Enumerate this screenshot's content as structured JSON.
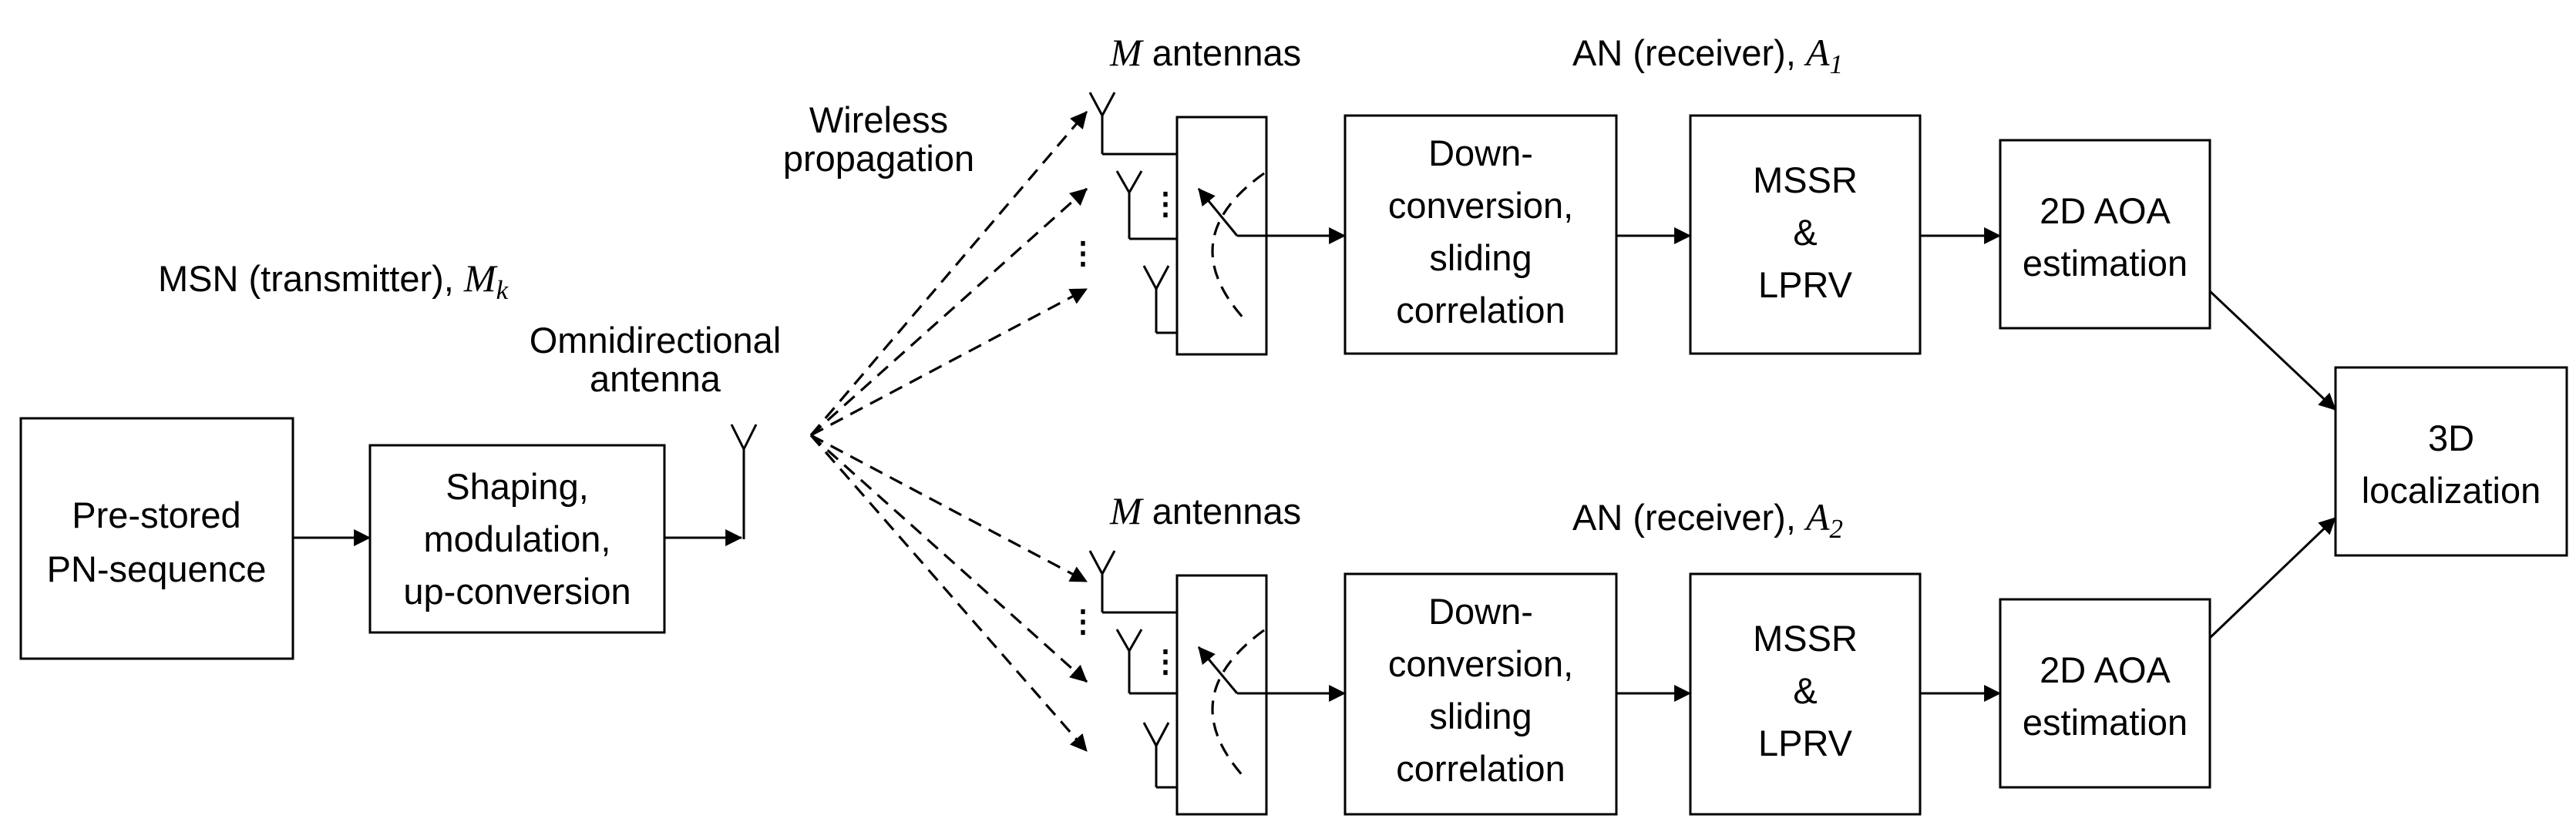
{
  "blocks": {
    "prestored_line1": "Pre-stored",
    "prestored_line2": "PN-sequence",
    "shaping_line1": "Shaping,",
    "shaping_line2": "modulation,",
    "shaping_line3": "up-conversion",
    "downconv_line1": "Down-",
    "downconv_line2": "conversion,",
    "downconv_line3": "sliding",
    "downconv_line4": "correlation",
    "mssr_line1": "MSSR",
    "mssr_line2": "&",
    "mssr_line3": "LPRV",
    "aoa_line1": "2D AOA",
    "aoa_line2": "estimation",
    "loc_line1": "3D",
    "loc_line2": "localization"
  },
  "labels": {
    "msn_prefix": "MSN (transmitter), ",
    "msn_symbol": "M",
    "msn_sub": "k",
    "omni_line1": "Omnidirectional",
    "omni_line2": "antenna",
    "wireless_line1": "Wireless",
    "wireless_line2": "propagation",
    "m_symbol": "M",
    "m_antennas": " antennas",
    "an_prefix": "AN (receiver), ",
    "an_symbol": "A",
    "an1_sub": "1",
    "an2_sub": "2",
    "vdots": "⋮"
  }
}
